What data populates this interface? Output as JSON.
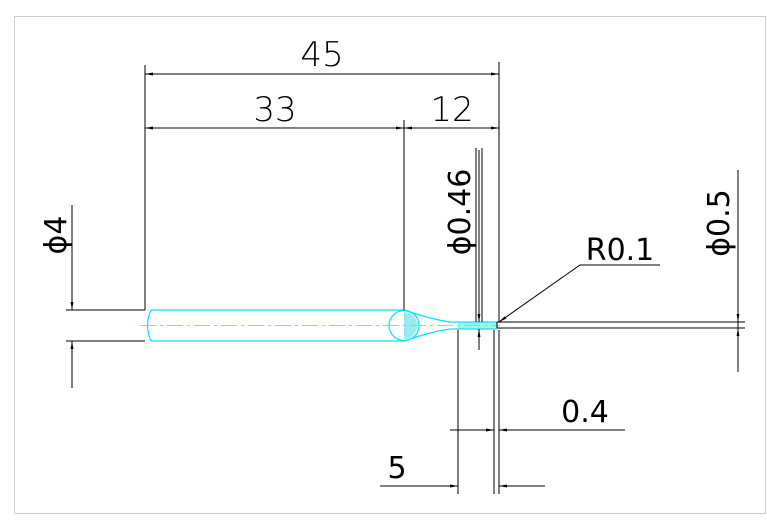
{
  "drawing": {
    "dimensions": {
      "overall_length": "45",
      "shank_length": "33",
      "tip_length": "12",
      "shank_diameter": "ϕ4",
      "neck_diameter": "ϕ0.46",
      "tip_diameter": "ϕ0.5",
      "tip_radius": "R0.1",
      "offset_small": "0.4",
      "offset_large": "5"
    },
    "colors": {
      "outline": "#00e5ff",
      "centerline": "#d8d800",
      "dimension": "#000000"
    }
  }
}
